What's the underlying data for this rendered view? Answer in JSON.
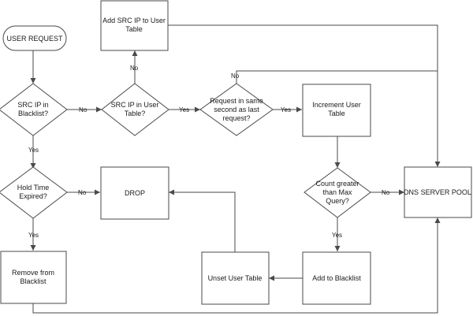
{
  "colors": {
    "line": "#4a4a4a",
    "fill": "#ffffff",
    "text": "#1a1a1a"
  },
  "nodes": {
    "user_request": {
      "lines": [
        "USER REQUEST"
      ]
    },
    "src_ip_blacklist": {
      "lines": [
        "SRC IP in",
        "Blacklist?"
      ]
    },
    "src_ip_user_table": {
      "lines": [
        "SRC IP in User",
        "Table?"
      ]
    },
    "add_src_ip": {
      "lines": [
        "Add SRC IP to User",
        "Table"
      ]
    },
    "request_same_second": {
      "lines": [
        "Request in same",
        "second as last",
        "request?"
      ]
    },
    "increment_user_table": {
      "lines": [
        "Increment User",
        "Table"
      ]
    },
    "hold_time_expired": {
      "lines": [
        "Hold Time",
        "Expired?"
      ]
    },
    "drop": {
      "lines": [
        "DROP"
      ]
    },
    "count_greater": {
      "lines": [
        "Count greater",
        "than Max",
        "Query?"
      ]
    },
    "dns_server_pool": {
      "lines": [
        "DNS SERVER POOL"
      ]
    },
    "remove_from_blacklist": {
      "lines": [
        "Remove from",
        "Blacklist"
      ]
    },
    "unset_user_table": {
      "lines": [
        "Unset User Table"
      ]
    },
    "add_to_blacklist": {
      "lines": [
        "Add to Blacklist"
      ]
    }
  },
  "edge_labels": {
    "blacklist_no": "No",
    "blacklist_yes": "Yes",
    "user_table_no": "No",
    "user_table_yes": "Yes",
    "same_second_yes": "Yes",
    "same_second_no": "No",
    "hold_time_no": "No",
    "hold_time_yes": "Yes",
    "count_no": "No",
    "count_yes": "Yes"
  }
}
